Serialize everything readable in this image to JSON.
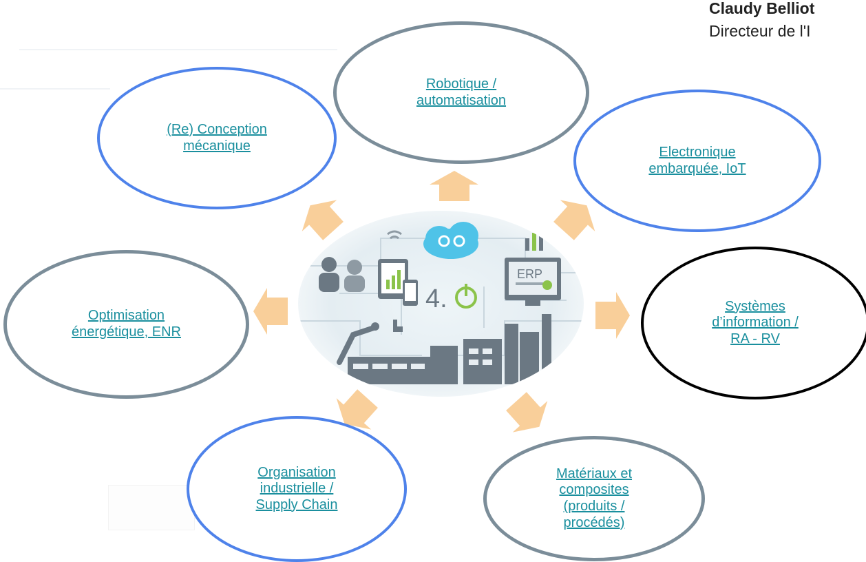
{
  "author": {
    "name": "Claudy Belliot",
    "title": "Directeur de l'I"
  },
  "hub": {
    "badge": "4.",
    "erp": "ERP"
  },
  "nodes": {
    "robotique": [
      "Robotique /",
      "automatisation"
    ],
    "conception": [
      "(Re) Conception",
      "mécanique"
    ],
    "electronique": [
      "Electronique",
      "embarquée, IoT"
    ],
    "energie": [
      "Optimisation",
      "énergétique, ENR"
    ],
    "systemes": [
      "Systèmes",
      "d’information /",
      "RA - RV"
    ],
    "organisation": [
      "Organisation",
      "industrielle /",
      "Supply Chain"
    ],
    "materiaux": [
      "Matériaux et",
      "composites",
      "(produits /",
      "procédés)"
    ]
  },
  "colors": {
    "link": "#1a8f9e",
    "blue_border": "#4e82ea",
    "gray_border": "#7b8d99",
    "black_border": "#000000",
    "arrow": "#f9cf9a"
  }
}
